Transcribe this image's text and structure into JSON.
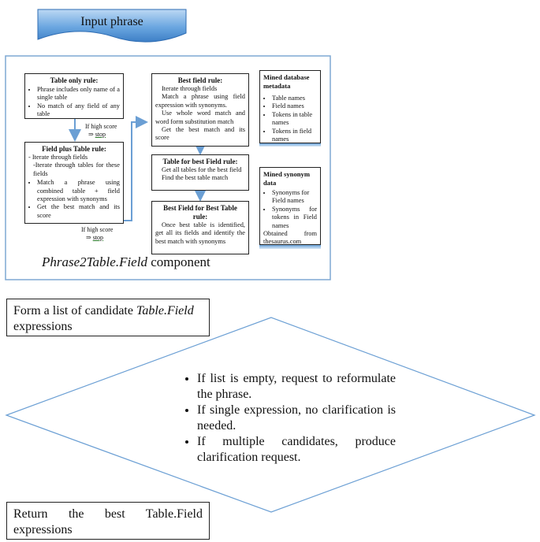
{
  "header_tab": {
    "label": "Input phrase"
  },
  "component": {
    "caption_italic": "Phrase2Table.Field",
    "caption_rest": " component"
  },
  "table_only_rule": {
    "title": "Table only rule:",
    "items": [
      "Phrase includes only name of a single table",
      "No match of any field of any table"
    ]
  },
  "high_score_1": {
    "line1": "If high score",
    "arrow": "⇒ ",
    "stop": "stop"
  },
  "field_plus_table_rule": {
    "title": "Field plus Table rule:",
    "line1": "- Iterate through fields",
    "line2": "-Iterate through tables for these fields",
    "items": [
      "Match a phrase using combined table + field expression with synonyms",
      "Get the best match and its score"
    ]
  },
  "high_score_2": {
    "line1": "If high score",
    "arrow": "⇒ ",
    "stop": "stop"
  },
  "best_field_rule": {
    "title": "Best field rule:",
    "lines": [
      "Iterate through fields",
      "Match a phrase using field expression with synonyms.",
      "Use whole word match and word form substitution match",
      "Get the best match and its score"
    ]
  },
  "table_for_best_field_rule": {
    "title": "Table for best Field rule:",
    "lines": [
      "Get all tables for the best field",
      "Find the best table match"
    ]
  },
  "best_field_for_best_table_rule": {
    "title": "Best Field for Best Table rule:",
    "lines": [
      "Once best table is identified, get all its fields and identify the best match with synonyms"
    ]
  },
  "mined_metadata": {
    "title": "Mined database metadata",
    "items": [
      "Table names",
      "Field names",
      "Tokens in table names",
      "Tokens in field names"
    ]
  },
  "mined_synonym": {
    "title": "Mined synonym data",
    "items": [
      "Synonyms for Field names",
      "Synonyms for tokens in Field names"
    ],
    "footer": "Obtained from thesaurus.com"
  },
  "form_list": {
    "text_before": "Form a list of candidate ",
    "text_italic": "Table.Field",
    "text_after": " expressions"
  },
  "decision": {
    "items": [
      "If list is empty, request to reformulate the phrase.",
      "If single expression, no clarification is needed.",
      "If multiple candidates, produce clarification request."
    ]
  },
  "return_box": {
    "text": "Return the best Table.Field expressions"
  }
}
